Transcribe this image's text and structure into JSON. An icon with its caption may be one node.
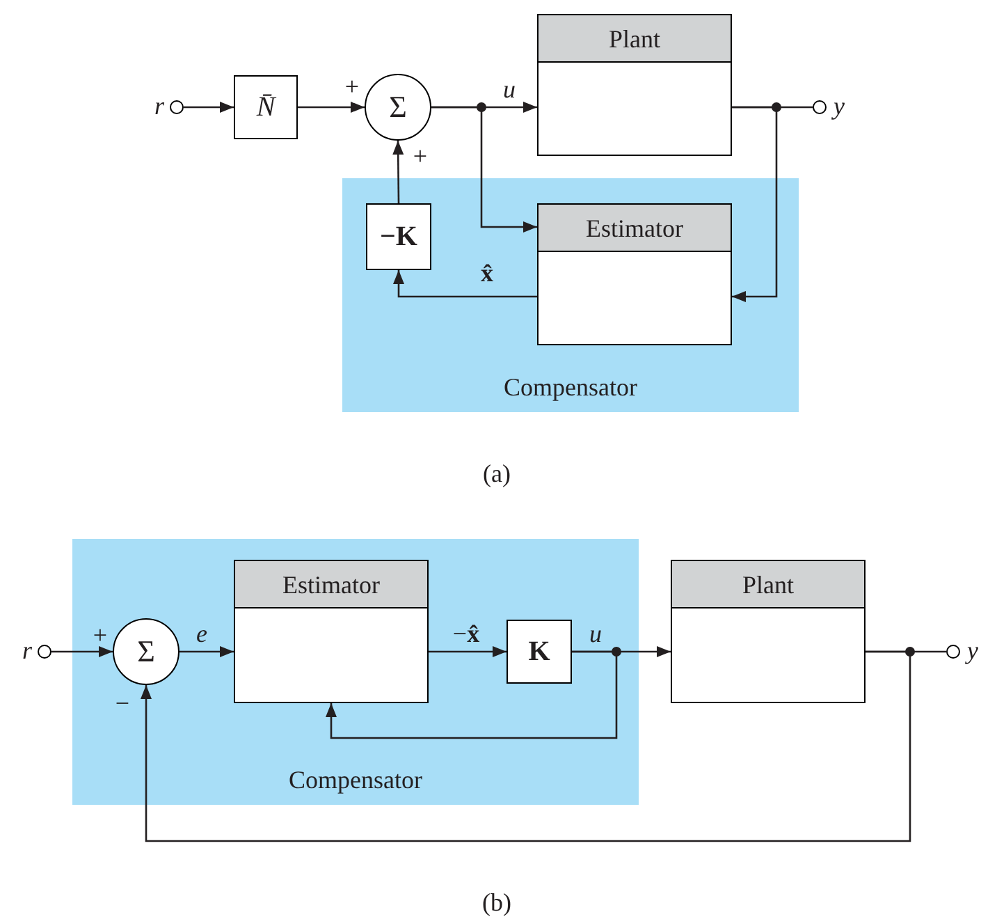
{
  "diagram": {
    "nodes": [
      {
        "text": [],
        "shape": "circle",
        "beside": [
          "r"
        ]
      },
      {
        "text": [
          "N̄"
        ]
      },
      {
        "text": [
          "Σ"
        ]
      },
      {
        "text": [
          "Plant"
        ]
      },
      {
        "text": [],
        "shape": "circle",
        "beside": [
          "y"
        ]
      },
      {
        "text": [
          "Compensator"
        ]
      },
      {
        "text": [
          "−**K**"
        ],
        "in": 5
      },
      {
        "text": [
          "Estimator"
        ],
        "in": 5
      },
      {
        "text": [],
        "shape": "circle",
        "beside": [
          "r"
        ]
      },
      {
        "text": [
          "Compensator"
        ]
      },
      {
        "text": [
          "Σ"
        ],
        "in": 9
      },
      {
        "text": [
          "Estimator"
        ],
        "in": 9
      },
      {
        "text": [
          "K"
        ],
        "in": 9
      },
      {
        "text": [
          "Plant"
        ]
      },
      {
        "text": [],
        "shape": "circle",
        "beside": [
          "y"
        ]
      }
    ],
    "edges": [
      {
        "from": 0,
        "to": 1,
        "arrow": "to"
      },
      {
        "from": 1,
        "to": 2,
        "arrow": "to"
      },
      {
        "from": 2,
        "to": 3,
        "arrow": "to"
      },
      {
        "from": 2,
        "to": 7,
        "arrow": "to"
      },
      {
        "from": 3,
        "to": 4,
        "arrow": "none"
      },
      {
        "from": 3,
        "to": 7,
        "arrow": "to"
      },
      {
        "from": 7,
        "to": 6,
        "arrow": "to",
        "label": "x̂"
      },
      {
        "from": 6,
        "to": 2,
        "arrow": "to"
      },
      {
        "from": 8,
        "to": 10,
        "arrow": "to"
      },
      {
        "from": 10,
        "to": 11,
        "arrow": "to",
        "label": "e"
      },
      {
        "from": 11,
        "to": 12,
        "arrow": "to",
        "label": "−**x̂**"
      },
      {
        "from": 12,
        "to": 13,
        "arrow": "to"
      },
      {
        "from": 12,
        "to": 11,
        "arrow": "to"
      },
      {
        "from": 13,
        "to": 14,
        "arrow": "none"
      },
      {
        "from": 13,
        "to": 10,
        "arrow": "to"
      }
    ],
    "labels": [
      "+",
      "+",
      "u",
      "(a)",
      "+",
      "−",
      "u",
      "(b)"
    ]
  }
}
